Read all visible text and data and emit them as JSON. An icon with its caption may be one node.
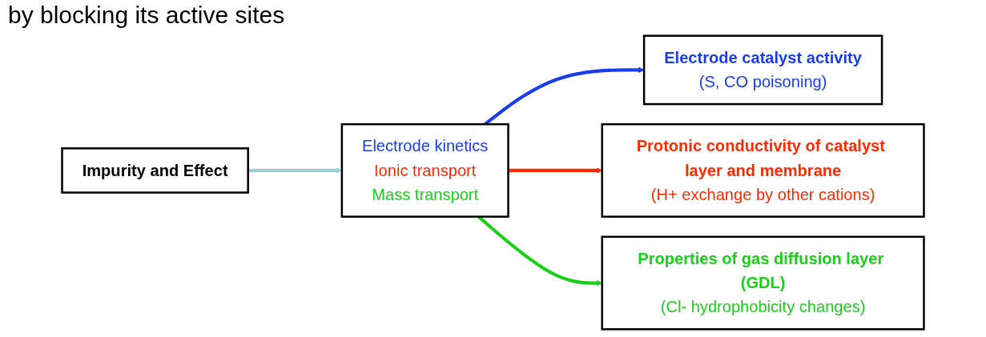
{
  "diagram": {
    "nodes": [
      {
        "text": [
          "Impurity and Effect"
        ]
      },
      {
        "text": [
          "Electrode kinetics",
          "Ionic transport",
          "Mass transport"
        ]
      },
      {
        "text": [
          "Electrode catalyst activity",
          "(S, CO poisoning)"
        ]
      },
      {
        "text": [
          "Protonic conductivity of catalyst layer and membrane",
          "(H+ exchange by other cations)"
        ]
      },
      {
        "text": [
          "Properties of gas diffusion layer (GDL)",
          "(Cl- hydrophobicity changes)"
        ]
      }
    ],
    "edges": [
      {
        "from": 0,
        "to": 1,
        "arrow": "to",
        "color": "#9fcfd6"
      },
      {
        "from": 1,
        "to": 2,
        "arrow": "to",
        "color": "#1a3cf0"
      },
      {
        "from": 1,
        "to": 3,
        "arrow": "to",
        "color": "#ff2a00"
      },
      {
        "from": 1,
        "to": 4,
        "arrow": "to",
        "color": "#19d019"
      }
    ],
    "labels": [
      "by blocking its active sites"
    ]
  }
}
